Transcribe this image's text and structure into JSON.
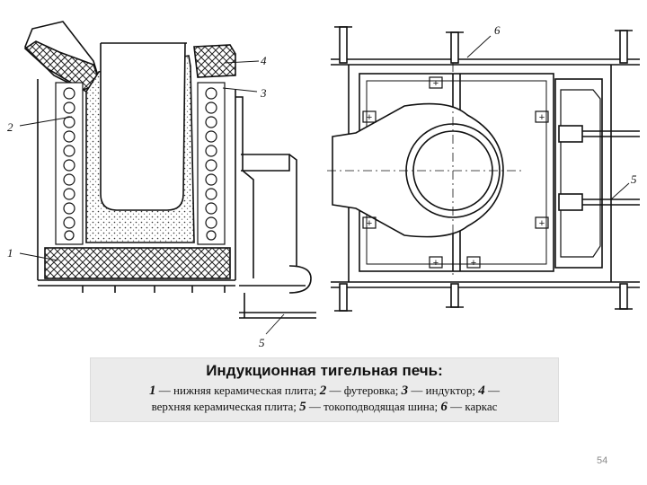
{
  "diagram": {
    "labels": {
      "l1": "1",
      "l2": "2",
      "l3": "3",
      "l4": "4",
      "l5_section": "5",
      "l5_plan": "5",
      "l6": "6"
    },
    "terminal_mark": "+"
  },
  "caption": {
    "title": "Индукционная тигельная печь:",
    "line1": [
      {
        "num": "1",
        "text": " — нижняя керамическая плита; "
      },
      {
        "num": "2",
        "text": " — футеровка; "
      },
      {
        "num": "3",
        "text": " — индуктор; "
      },
      {
        "num": "4",
        "text": " —"
      }
    ],
    "line2": [
      {
        "num": "",
        "text": "верхняя керамическая плита; "
      },
      {
        "num": "5",
        "text": " — токоподводящая шина; "
      },
      {
        "num": "6",
        "text": " — каркас"
      }
    ]
  },
  "page_number": "54"
}
